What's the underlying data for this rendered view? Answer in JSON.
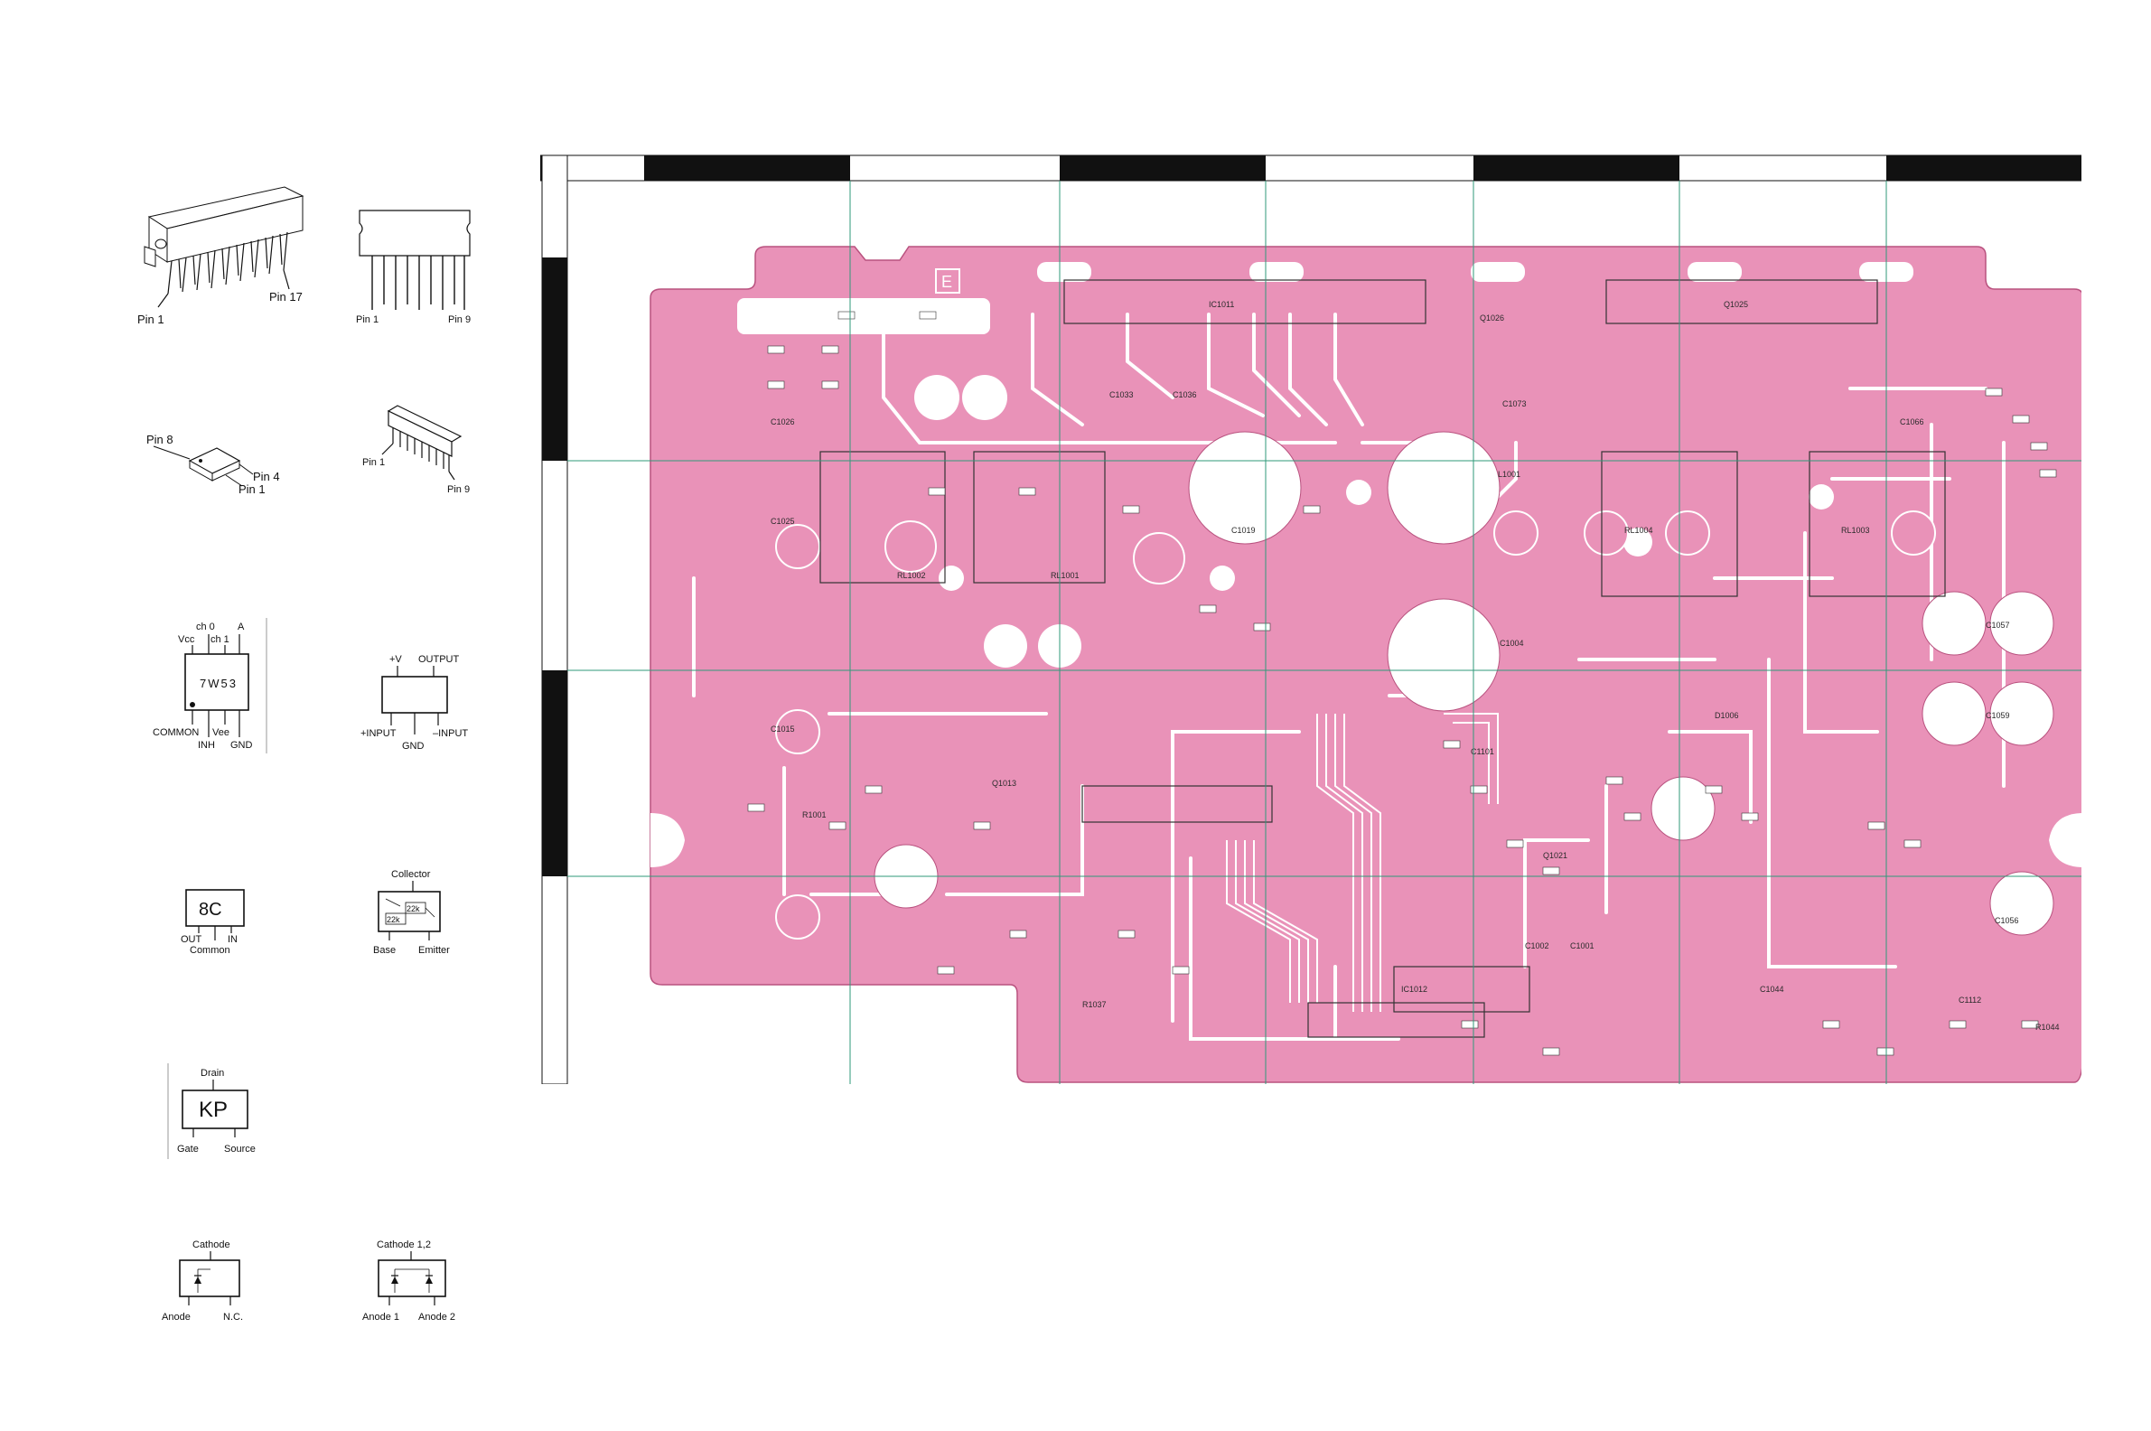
{
  "packages": {
    "sip17": {
      "pin_first": "Pin 1",
      "pin_last": "Pin 17"
    },
    "sip9": {
      "pin_first": "Pin 1",
      "pin_last": "Pin 9"
    },
    "soic8": {
      "pin_a": "Pin 8",
      "pin_b": "Pin 4",
      "pin_c": "Pin 1"
    },
    "sip9_small": {
      "pin_first": "Pin 1",
      "pin_last": "Pin 9"
    },
    "ic_7w53": {
      "marking": "7W53",
      "top_vcc": "Vcc",
      "top_ch0": "ch 0",
      "top_ch1": "ch 1",
      "top_a": "A",
      "bot_common": "COMMON",
      "bot_vee": "Vee",
      "bot_inh": "INH",
      "bot_gnd": "GND"
    },
    "opamp5": {
      "top_v": "+V",
      "top_out": "OUTPUT",
      "bot_in_p": "+INPUT",
      "bot_gnd": "GND",
      "bot_in_n": "–INPUT"
    },
    "reg_8c": {
      "marking": "8C",
      "out": "OUT",
      "in": "IN",
      "common": "Common"
    },
    "dtr": {
      "collector": "Collector",
      "base": "Base",
      "emitter": "Emitter",
      "r1": "22k",
      "r2": "22k"
    },
    "fet_kp": {
      "marking": "KP",
      "drain": "Drain",
      "gate": "Gate",
      "source": "Source"
    },
    "diode_single": {
      "cathode": "Cathode",
      "anode": "Anode",
      "nc": "N.C."
    },
    "diode_dual": {
      "cathode": "Cathode 1,2",
      "anode1": "Anode 1",
      "anode2": "Anode 2"
    }
  },
  "pcb": {
    "marker": "E",
    "refs": {
      "Q1025": "Q1025",
      "IC1011": "IC1011",
      "Q1026": "Q1026",
      "L1001": "L1001",
      "C1004": "C1004",
      "IC1012": "IC1012",
      "Q1021": "Q1021",
      "RL1002": "RL1002",
      "RL1001": "RL1001",
      "RL1004": "RL1004",
      "RL1003": "RL1003",
      "C1001": "C1001",
      "C1002": "C1002",
      "Q1013": "Q1013",
      "C1056": "C1056",
      "C1057": "C1057",
      "C1059": "C1059",
      "C1066": "C1066",
      "C1073": "C1073",
      "C1015": "C1015",
      "C1019": "C1019",
      "C1025": "C1025",
      "C1026": "C1026",
      "C1033": "C1033",
      "C1036": "C1036",
      "R1001": "R1001",
      "R1037": "R1037",
      "R1044": "R1044",
      "D1006": "D1006",
      "C1101": "C1101",
      "C1112": "C1112",
      "C1044": "C1044"
    }
  },
  "colors": {
    "board": "#e992b8",
    "copper_hole": "#ffffff",
    "grid_line": "#2f9a7a",
    "ink": "#111111"
  }
}
